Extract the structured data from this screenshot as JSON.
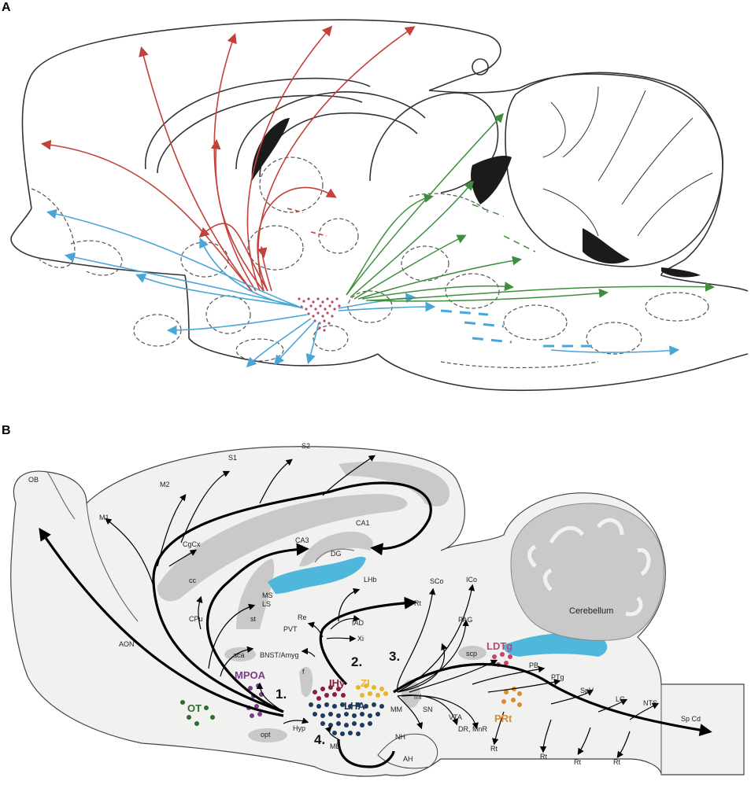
{
  "panels": {
    "a": {
      "label": "A"
    },
    "b": {
      "label": "B"
    }
  },
  "labels_b": {
    "ob": "OB",
    "m1": "M1",
    "m2": "M2",
    "s1": "S1",
    "s2": "S2",
    "cgcx": "CgCx",
    "cc": "cc",
    "ca1": "CA1",
    "ca3": "CA3",
    "dg": "DG",
    "cpu": "CPu",
    "ms": "MS",
    "ls": "LS",
    "st": "st",
    "aca": "aca",
    "bnst": "BNST/Amyg",
    "aon": "AON",
    "ot": "OT",
    "mpoa": "MPOA",
    "opt": "opt",
    "hyp": "Hyp",
    "f": "f",
    "ihy": "IHy",
    "zi": "ZI",
    "lha": "LHA",
    "mm": "MM",
    "me": "ME",
    "nh": "NH",
    "ah": "AH",
    "ml": "ml",
    "sn": "SN",
    "vta": "VTA",
    "dr_mnr": "DR, MnR",
    "lhb": "LHb",
    "re": "Re",
    "pvt": "PVT",
    "iad": "IAD",
    "xi": "Xi",
    "rt": "Rt",
    "sco": "SCo",
    "ico": "ICo",
    "pag": "PAG",
    "scp": "scp",
    "ldtg": "LDTg",
    "cerebellum": "Cerebellum",
    "pb": "PB",
    "ptg": "PTg",
    "prt": "PRt",
    "spv": "SpV",
    "lc": "LC",
    "nts": "NTS",
    "spcd": "Sp Cd",
    "n1": "1.",
    "n2": "2.",
    "n3": "3.",
    "n4": "4."
  },
  "colors": {
    "red_projection": "#c2423b",
    "blue_projection": "#4aa6d6",
    "green_projection": "#3f8e3f",
    "cells_a": "#b54a66",
    "mpoa": "#7b3b8e",
    "ot": "#2e6b2e",
    "ihy": "#8b1e3f",
    "zi": "#e8b52a",
    "lha": "#1f3a5f",
    "ldtg": "#c2456e",
    "prt": "#e08a2c",
    "ventricle": "#4fb7dc",
    "tissue_light": "#f1f1ef",
    "tissue_mid": "#c9c9c9"
  }
}
